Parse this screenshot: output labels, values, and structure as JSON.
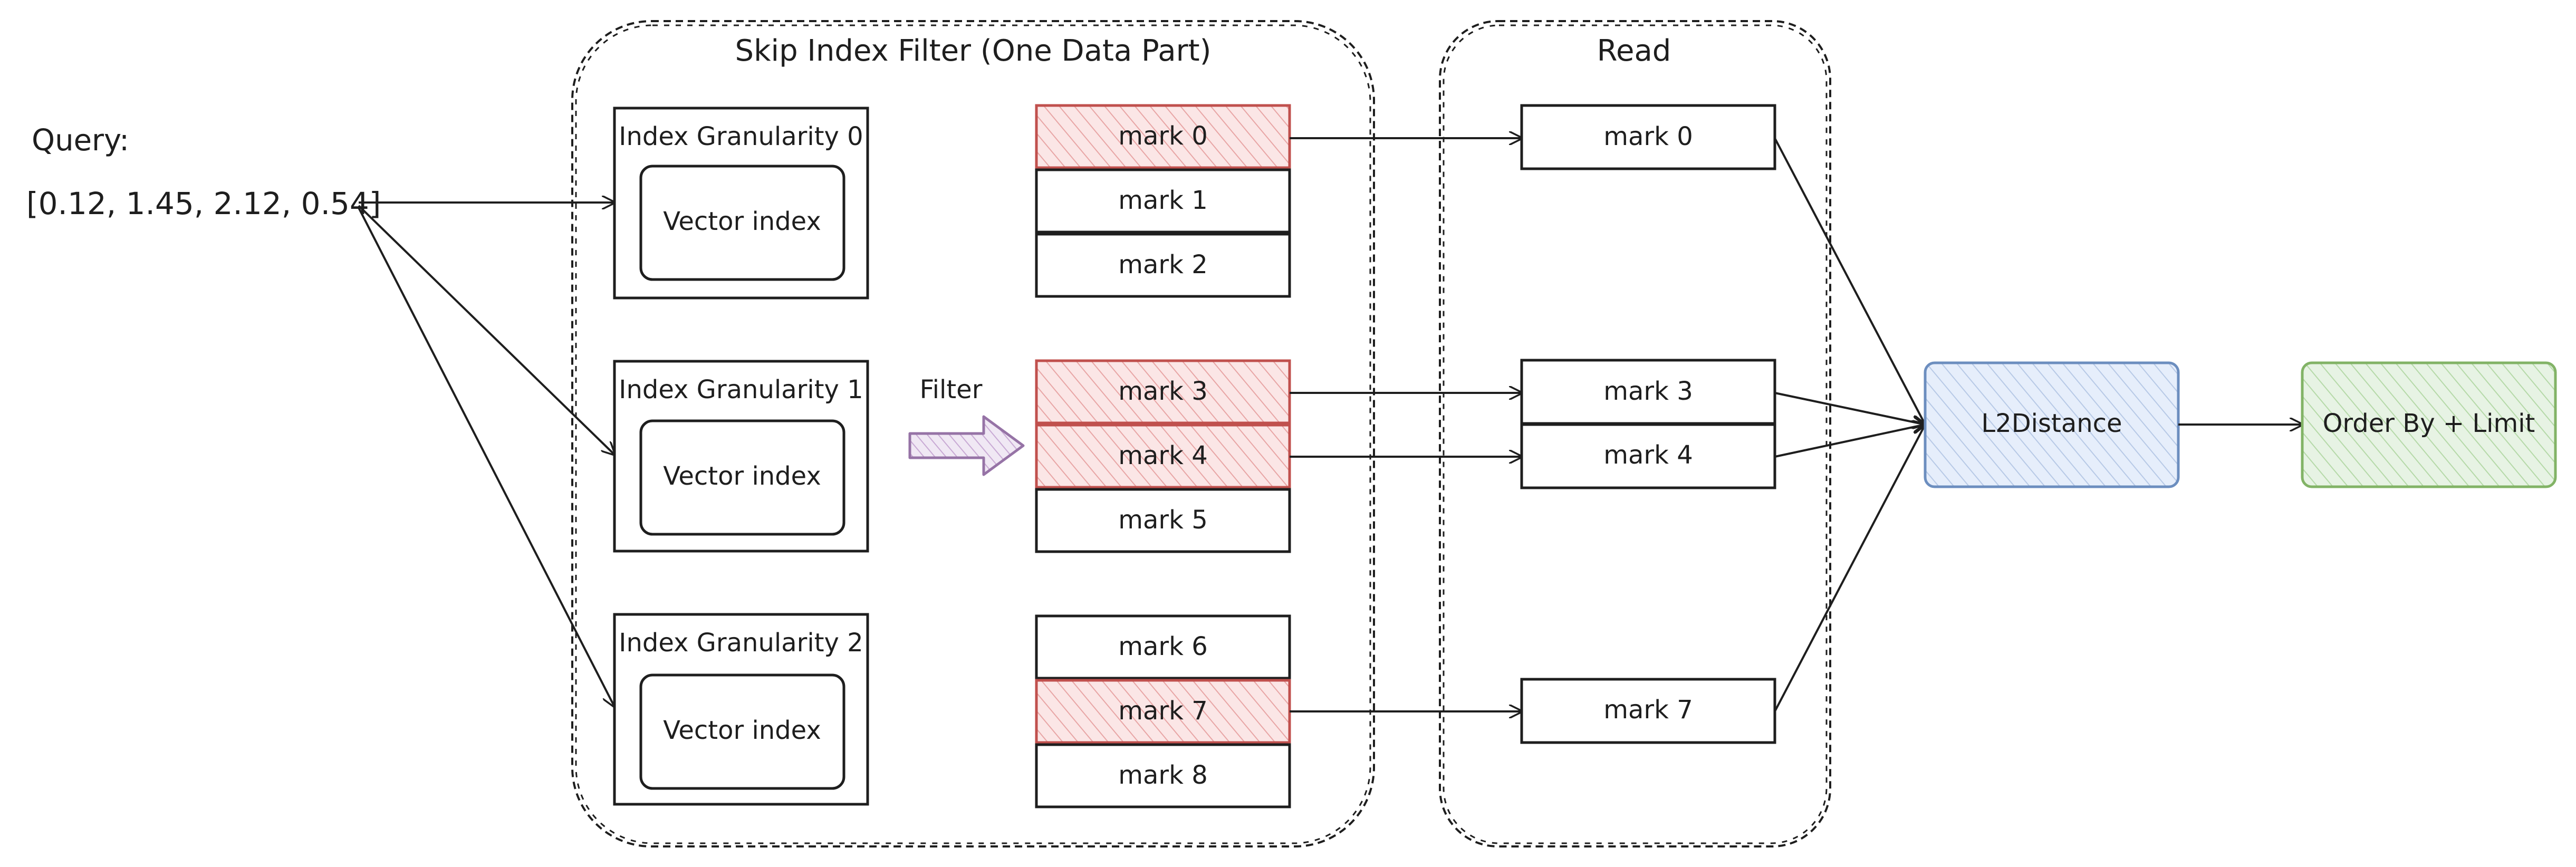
{
  "query": {
    "label": "Query:",
    "vector": "[0.12, 1.45, 2.12, 0.54]"
  },
  "skip_index": {
    "title": "Skip Index Filter (One Data Part)",
    "granularities": [
      {
        "title": "Index Granularity 0",
        "inner": "Vector index"
      },
      {
        "title": "Index Granularity 1",
        "inner": "Vector index"
      },
      {
        "title": "Index Granularity 2",
        "inner": "Vector index"
      }
    ],
    "filter_label": "Filter",
    "marks": [
      {
        "label": "mark 0",
        "selected": true
      },
      {
        "label": "mark 1",
        "selected": false
      },
      {
        "label": "mark 2",
        "selected": false
      },
      {
        "label": "mark 3",
        "selected": true
      },
      {
        "label": "mark 4",
        "selected": true
      },
      {
        "label": "mark 5",
        "selected": false
      },
      {
        "label": "mark 6",
        "selected": false
      },
      {
        "label": "mark 7",
        "selected": true
      },
      {
        "label": "mark 8",
        "selected": false
      }
    ]
  },
  "read": {
    "title": "Read",
    "marks": [
      "mark 0",
      "mark 3",
      "mark 4",
      "mark 7"
    ]
  },
  "l2distance": {
    "label": "L2Distance"
  },
  "order_by": {
    "label": "Order By + Limit"
  },
  "colors": {
    "selected_stroke": "#c0504d",
    "selected_fill": "#f8d7d7",
    "l2_stroke": "#6c8ebf",
    "l2_fill": "#dae8fc",
    "order_stroke": "#82b366",
    "order_fill": "#d5e8d4",
    "filter_arrow_stroke": "#9673a6",
    "filter_arrow_fill": "#e1d5e7"
  }
}
